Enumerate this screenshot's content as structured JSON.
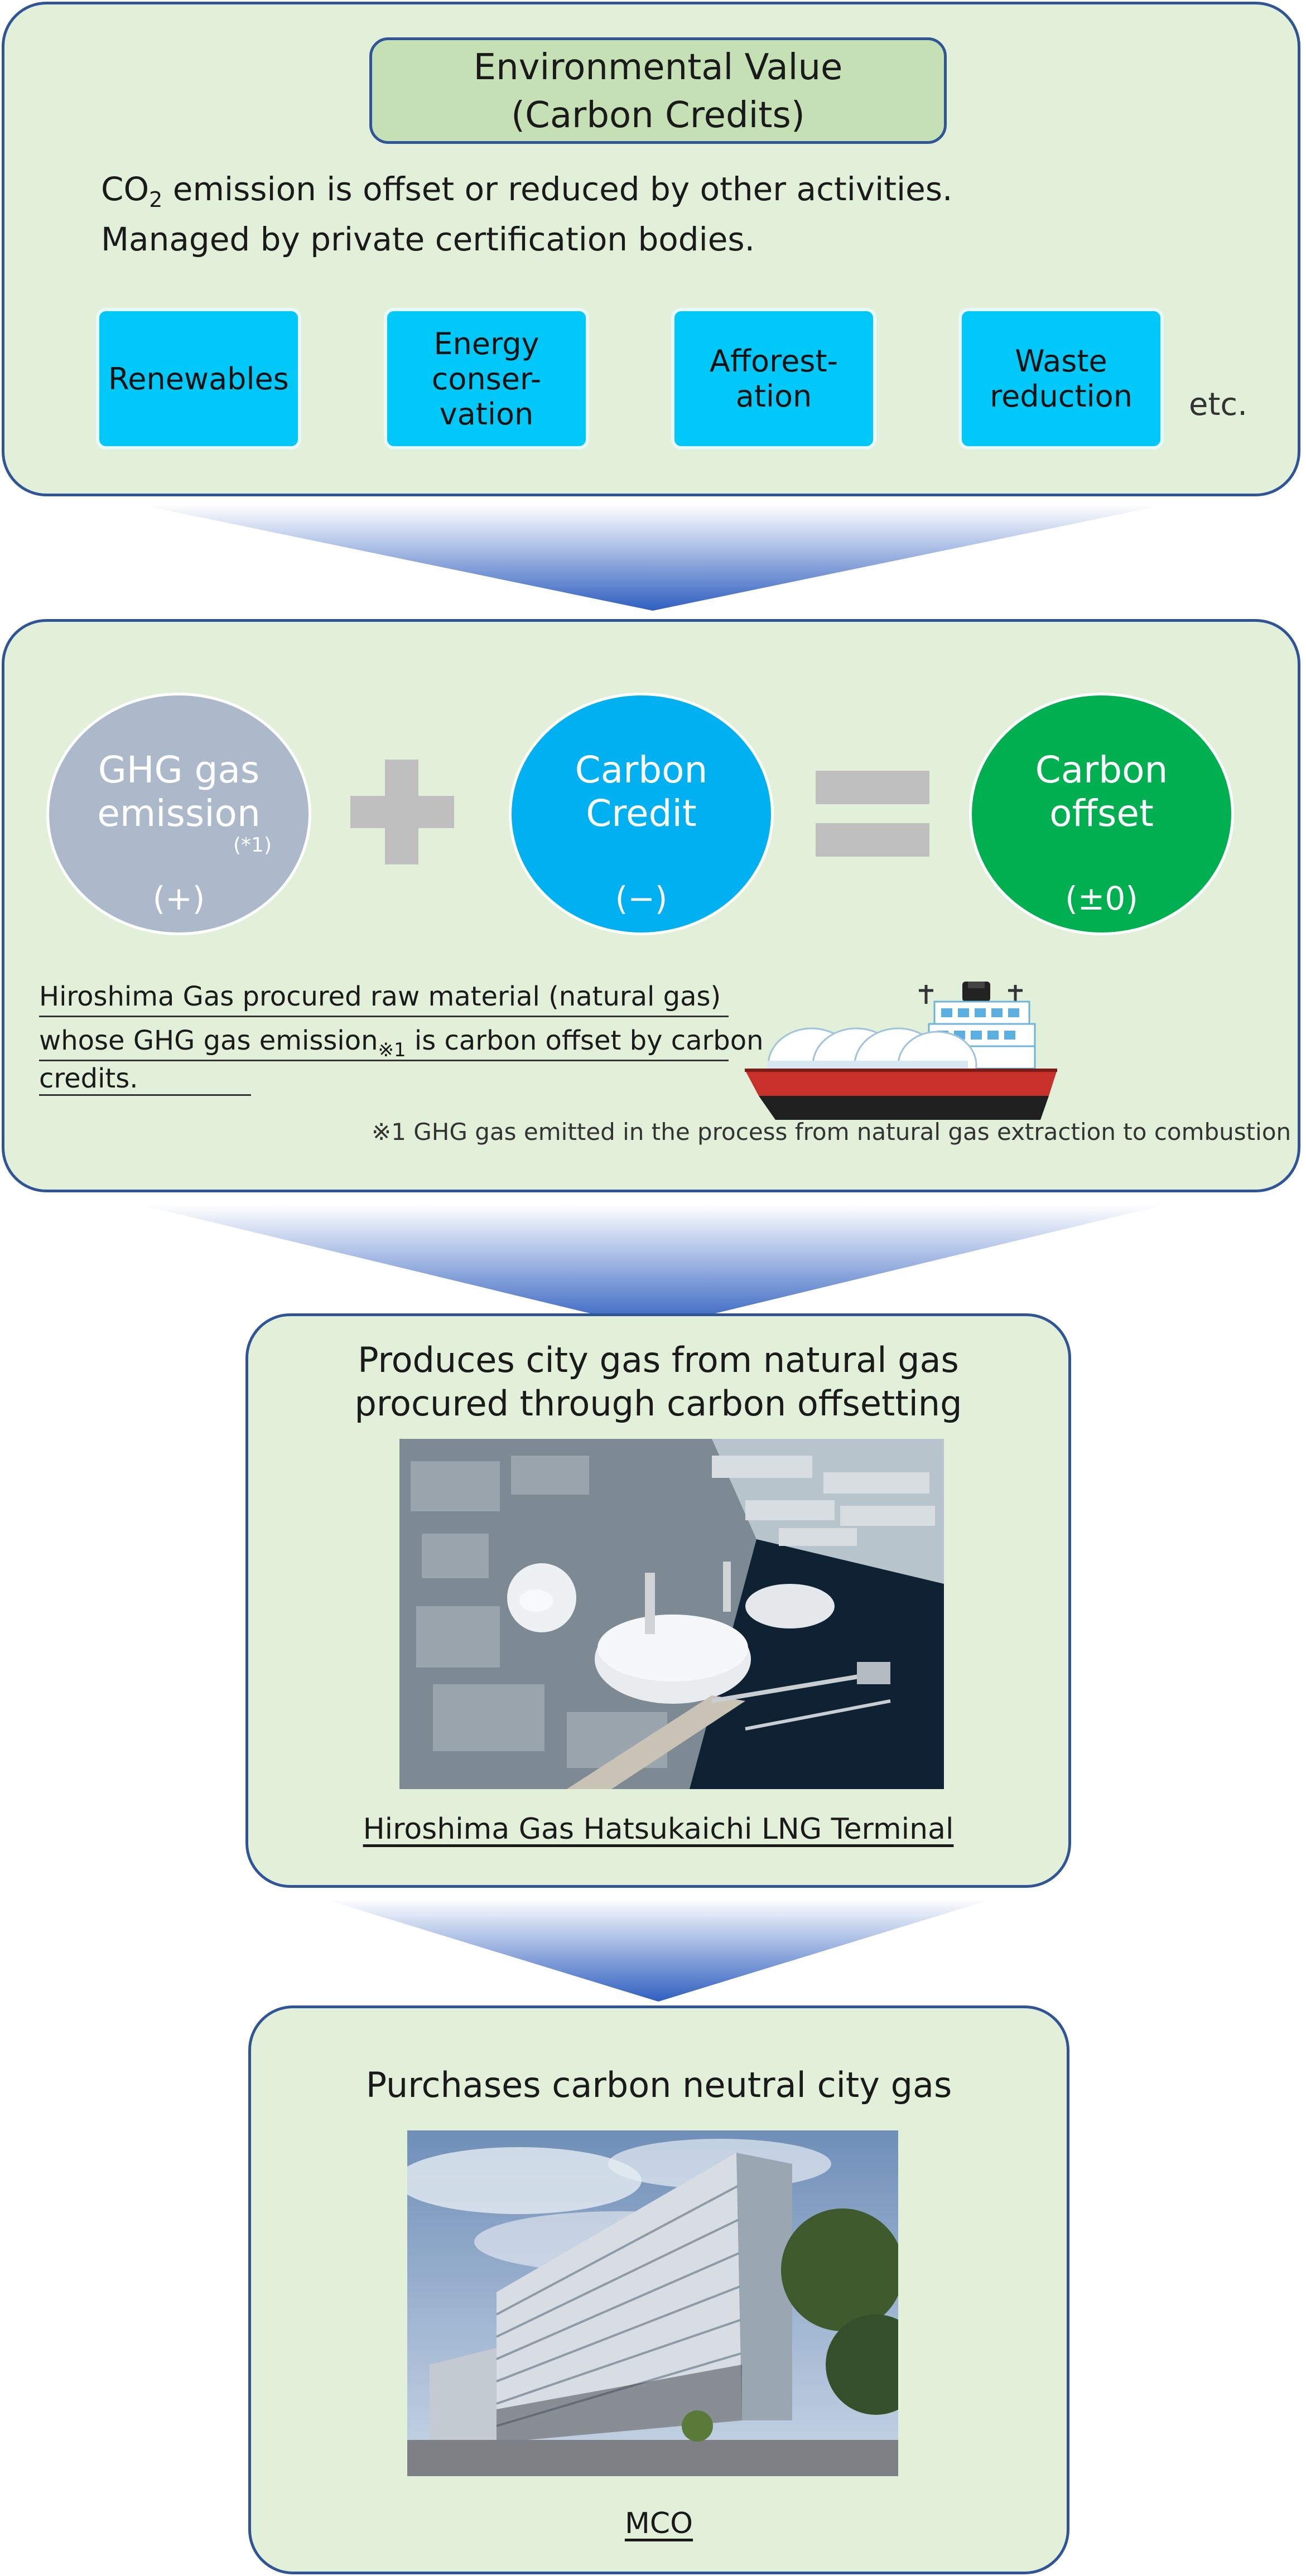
{
  "environmental_value": {
    "title_line1": "Environmental Value",
    "title_line2": "(Carbon Credits)",
    "desc_line1_pre": "CO",
    "desc_line1_sub": "2",
    "desc_line1_post": " emission is offset or reduced by other activities.",
    "desc_line2": "Managed by private certification bodies.",
    "categories": [
      {
        "lines": [
          "Renewables"
        ]
      },
      {
        "lines": [
          "Energy",
          "conser-",
          "vation"
        ]
      },
      {
        "lines": [
          "Afforest-",
          "ation"
        ]
      },
      {
        "lines": [
          "Waste",
          "reduction"
        ]
      }
    ],
    "etc": "etc."
  },
  "equation": {
    "ghg": {
      "line1": "GHG gas",
      "line2": "emission",
      "note": "(*1)",
      "sign": "(+)"
    },
    "credit": {
      "line1": "Carbon",
      "line2": "Credit",
      "sign": "(−)"
    },
    "offset": {
      "line1": "Carbon",
      "line2": "offset",
      "sign": "(±0)"
    },
    "procurement_line1": "Hiroshima Gas procured raw material (natural gas)",
    "procurement_line2_pre": "whose GHG gas emission",
    "procurement_line2_mark": "※1",
    "procurement_line2_post": " is carbon offset by carbon",
    "procurement_line3": "credits.",
    "footnote": "※1 GHG gas emitted in the process from natural gas extraction to combustion",
    "colors": {
      "ghg": "#acb9ca",
      "credit": "#00b0f0",
      "offset": "#00b050",
      "operator": "#bfbfbf"
    }
  },
  "production": {
    "line1": "Produces city gas from natural gas",
    "line2": "procured through carbon offsetting",
    "caption": "Hiroshima Gas Hatsukaichi LNG Terminal"
  },
  "purchase": {
    "line1": "Purchases carbon neutral city gas",
    "caption": "MCO"
  },
  "colors": {
    "panel": "#e2efd9",
    "border": "#2f5597",
    "tile": "#00c8f8"
  }
}
